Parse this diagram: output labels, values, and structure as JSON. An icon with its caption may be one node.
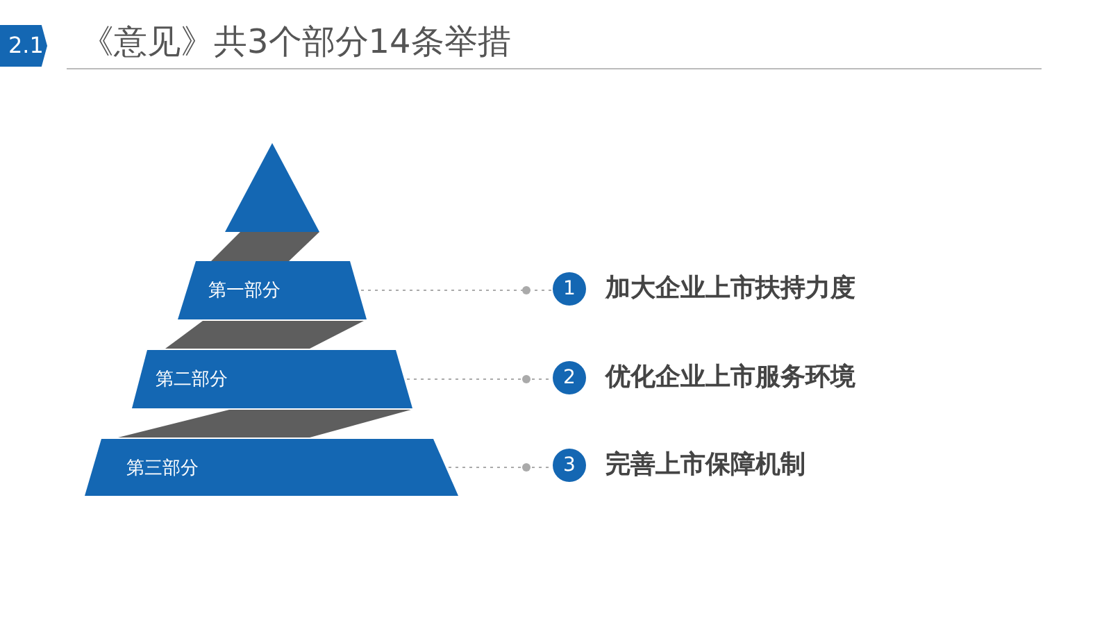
{
  "diagram": {
    "title": "《意见》共3个部分14条举措",
    "nodes": [
      {
        "text": [],
        "shape": "triangle"
      },
      {
        "text": [
          "第一部分"
        ]
      },
      {
        "text": [
          "第二部分"
        ]
      },
      {
        "text": [
          "第三部分"
        ]
      },
      {
        "text": [
          "1"
        ],
        "beside": [
          "加大企业上市扶持力度"
        ]
      },
      {
        "text": [
          "2"
        ],
        "beside": [
          "优化企业上市服务环境"
        ]
      },
      {
        "text": [
          "3"
        ],
        "beside": [
          "完善上市保障机制"
        ]
      }
    ],
    "edges": [
      {
        "from": 1,
        "to": 4,
        "arrow": "other",
        "style": "dashed"
      },
      {
        "from": 2,
        "to": 5,
        "arrow": "other",
        "style": "dashed"
      },
      {
        "from": 3,
        "to": 6,
        "arrow": "other",
        "style": "dashed"
      }
    ],
    "labels": [
      "2.1"
    ]
  }
}
